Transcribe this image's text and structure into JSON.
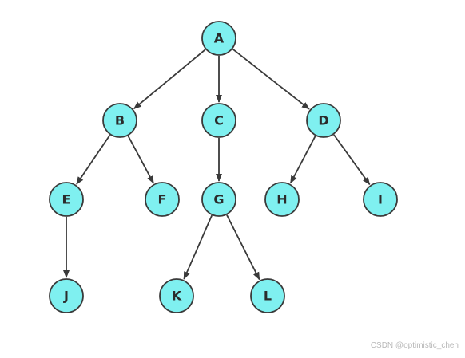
{
  "tree": {
    "nodes": [
      {
        "id": "A",
        "label": "A"
      },
      {
        "id": "B",
        "label": "B"
      },
      {
        "id": "C",
        "label": "C"
      },
      {
        "id": "D",
        "label": "D"
      },
      {
        "id": "E",
        "label": "E"
      },
      {
        "id": "F",
        "label": "F"
      },
      {
        "id": "G",
        "label": "G"
      },
      {
        "id": "H",
        "label": "H"
      },
      {
        "id": "I",
        "label": "I"
      },
      {
        "id": "J",
        "label": "J"
      },
      {
        "id": "K",
        "label": "K"
      },
      {
        "id": "L",
        "label": "L"
      }
    ],
    "edges": [
      {
        "from": "A",
        "to": "B"
      },
      {
        "from": "A",
        "to": "C"
      },
      {
        "from": "A",
        "to": "D"
      },
      {
        "from": "B",
        "to": "E"
      },
      {
        "from": "B",
        "to": "F"
      },
      {
        "from": "C",
        "to": "G"
      },
      {
        "from": "D",
        "to": "H"
      },
      {
        "from": "D",
        "to": "I"
      },
      {
        "from": "E",
        "to": "J"
      },
      {
        "from": "G",
        "to": "K"
      },
      {
        "from": "G",
        "to": "L"
      }
    ]
  },
  "colors": {
    "node_fill": "#7ff0f0",
    "node_stroke": "#3a3a3a",
    "edge": "#3a3a3a",
    "label": "#2b2b2b"
  },
  "watermark": "CSDN @optimistic_chen"
}
